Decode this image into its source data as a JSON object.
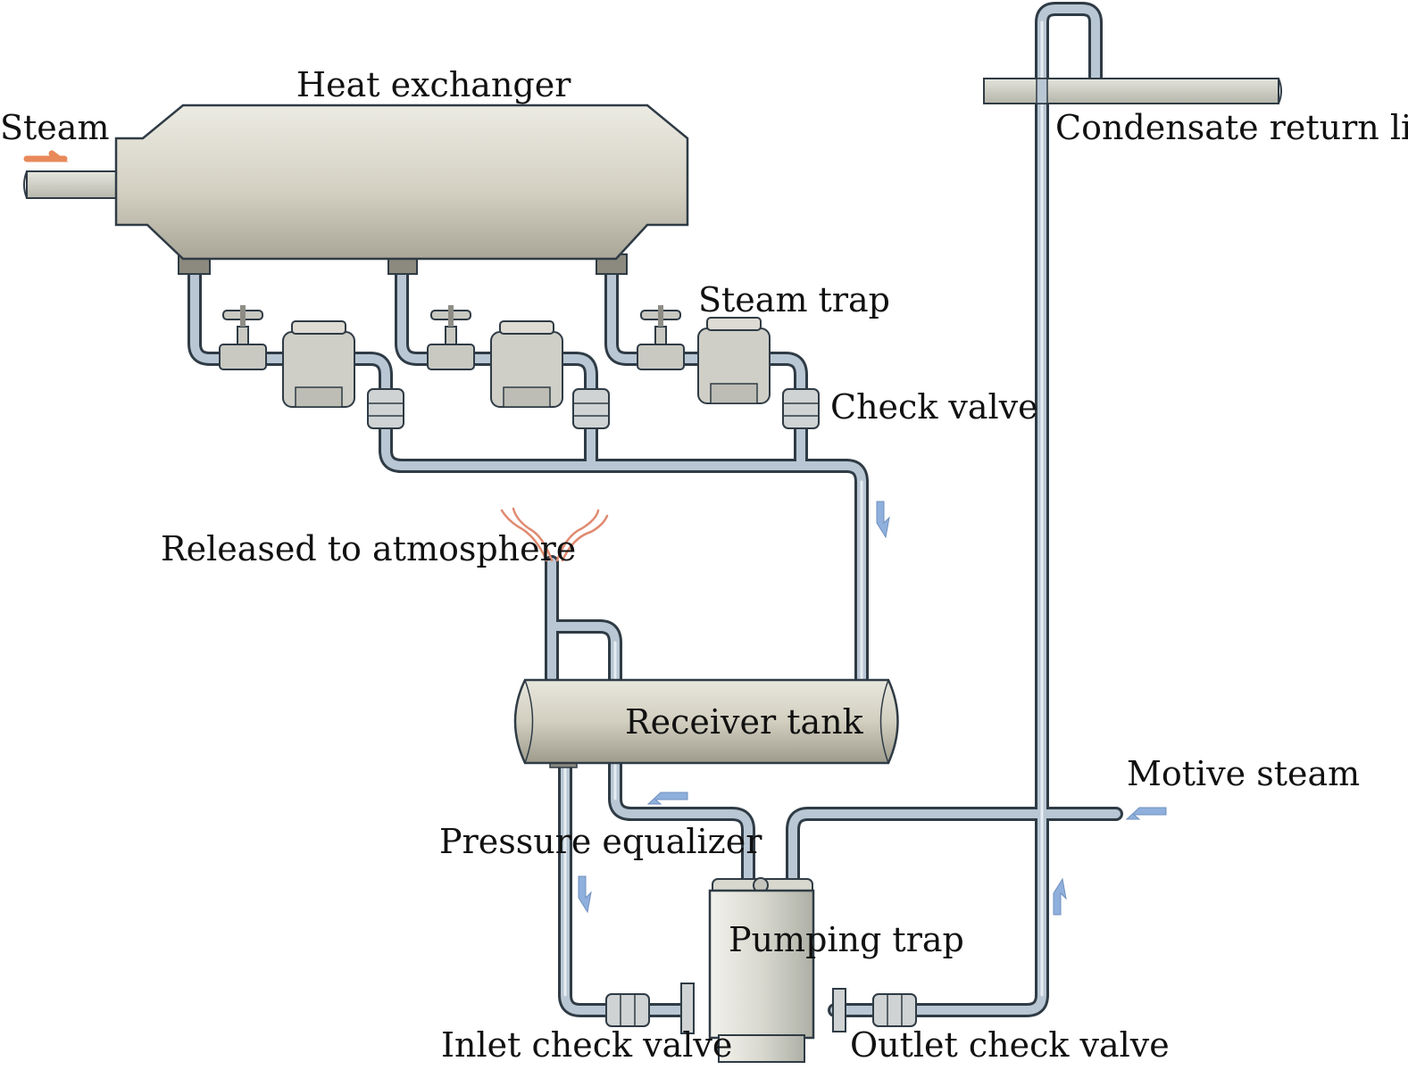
{
  "labels": {
    "steam": "Steam",
    "heat_exchanger": "Heat exchanger",
    "steam_trap": "Steam trap",
    "check_valve": "Check valve",
    "condensate_return_line": "Condensate return line",
    "released_to_atmosphere": "Released to atmosphere",
    "receiver_tank": "Receiver tank",
    "motive_steam": "Motive steam",
    "pressure_equalizer": "Pressure equalizer",
    "pumping_trap": "Pumping trap",
    "inlet_check_valve": "Inlet check valve",
    "outlet_check_valve": "Outlet check valve"
  },
  "colors": {
    "steam_arrow": "#e8895a",
    "flow_arrow": "#8fb0dc",
    "pipe": "#b9c7d4",
    "pipe_edge": "#2f3b45",
    "vessel": "#d9d6c9",
    "vent_plume": "#e08a70"
  }
}
